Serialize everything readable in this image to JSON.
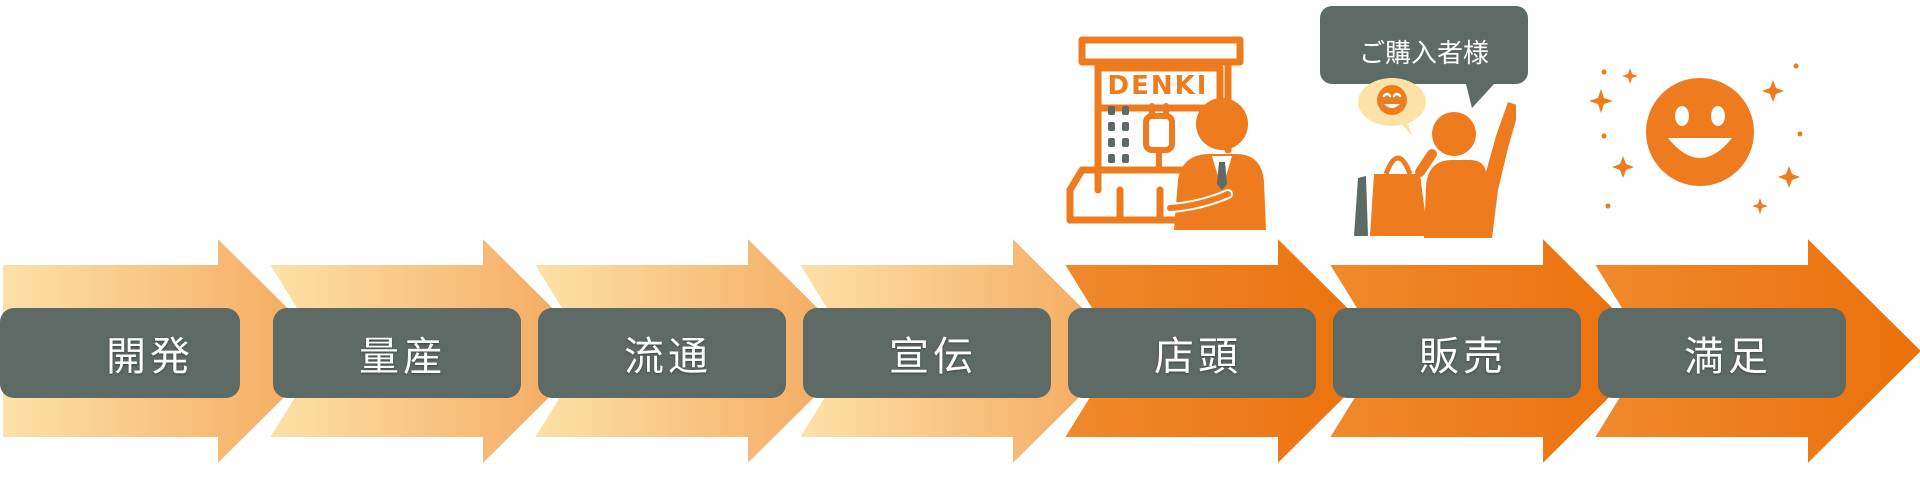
{
  "colors": {
    "arrow_light_start": "#fde2a8",
    "arrow_light_end": "#f3a55a",
    "arrow_dark_start": "#ef8a2c",
    "arrow_dark_end": "#ec6f0a",
    "label_box": "#5d6a66",
    "accent": "#ee7b1e",
    "bubble": "#5d6a66"
  },
  "steps": [
    {
      "label": "開発",
      "style": "light"
    },
    {
      "label": "量産",
      "style": "light"
    },
    {
      "label": "流通",
      "style": "light"
    },
    {
      "label": "宣伝",
      "style": "light"
    },
    {
      "label": "店頭",
      "style": "dark"
    },
    {
      "label": "販売",
      "style": "dark"
    },
    {
      "label": "満足",
      "style": "dark"
    }
  ],
  "illustrations": {
    "store_sign": "DENKI",
    "speech_bubble": "ご購入者様",
    "icons": [
      "electronics-store-clerk-icon",
      "customer-shopping-icon",
      "smiley-face-icon"
    ]
  }
}
